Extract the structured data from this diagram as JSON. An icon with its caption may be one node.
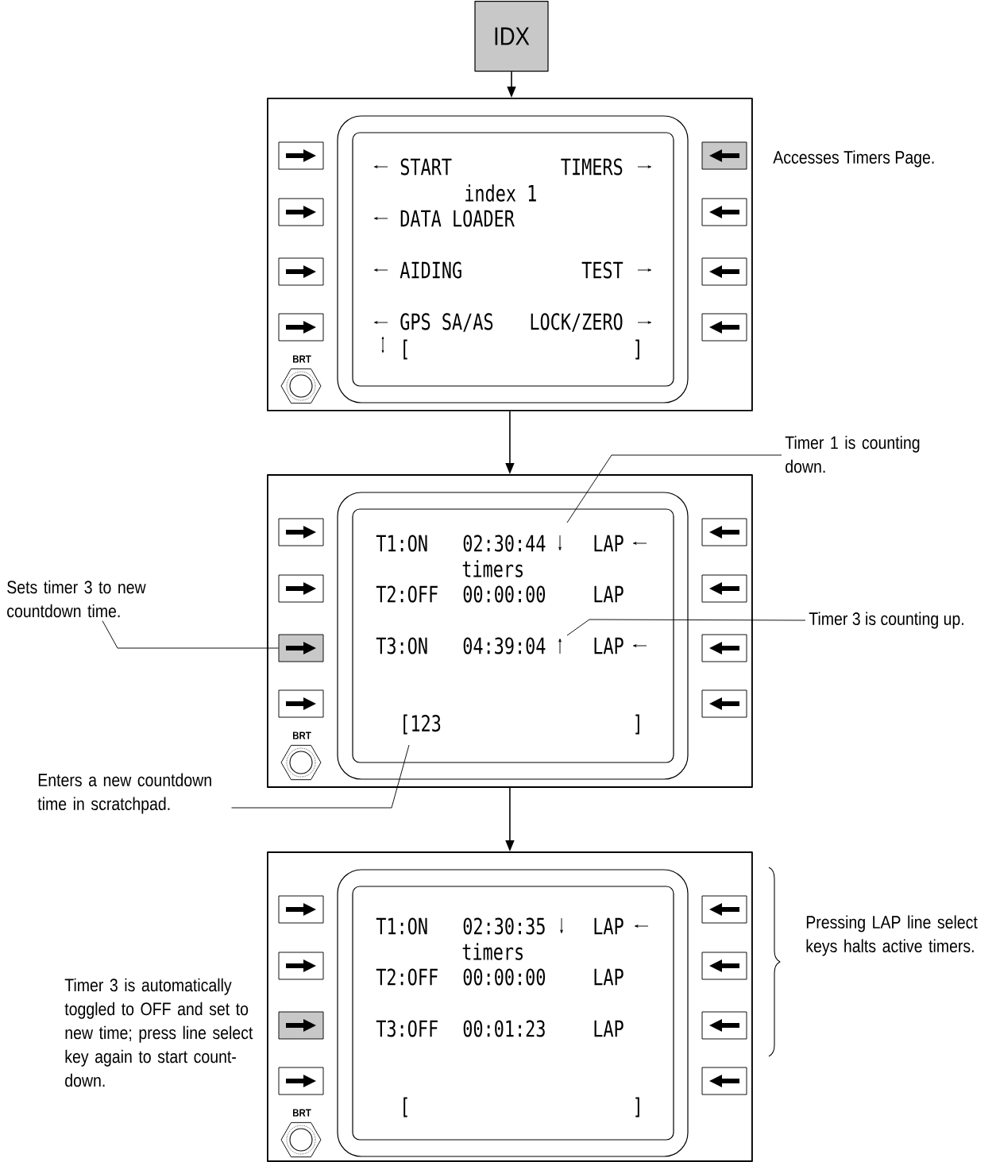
{
  "diagram": {
    "nodes": [
      {
        "text": [
          "IDX"
        ]
      },
      {
        "text": [
          "START",
          "TIMERS",
          "index 1",
          "DATA LOADER",
          "AIDING",
          "TEST",
          "GPS SA/AS",
          "LOCK/ZERO",
          "[",
          "]",
          "BRT"
        ]
      },
      {
        "text": [
          "T1:ON",
          "02:30:44",
          "LAP",
          "timers",
          "T2:OFF",
          "00:00:00",
          "LAP",
          "T3:ON",
          "04:39:04",
          "LAP",
          "[123",
          "]",
          "BRT"
        ]
      },
      {
        "text": [
          "T1:ON",
          "02:30:35",
          "LAP",
          "timers",
          "T2:OFF",
          "00:00:00",
          "LAP",
          "T3:OFF",
          "00:01:23",
          "LAP",
          "[",
          "]",
          "BRT"
        ]
      },
      {
        "text": [
          "Timer 1 is counting down."
        ]
      },
      {
        "text": [
          "Timer 3 is counting up."
        ]
      },
      {
        "text": [
          "Sets timer 3 to new countdown time."
        ]
      },
      {
        "text": [],
        "shape": "box",
        "in": 2
      },
      {
        "text": [
          "Enters a new countdown time in scratchpad."
        ]
      }
    ],
    "edges": [
      {
        "from": 0,
        "to": 1,
        "arrow": "to"
      },
      {
        "from": 1,
        "to": 2,
        "arrow": "to"
      },
      {
        "from": 2,
        "to": 3,
        "arrow": "to"
      },
      {
        "from": 4,
        "to": null,
        "arrow": "none"
      },
      {
        "from": 5,
        "to": null,
        "arrow": "none"
      },
      {
        "from": 6,
        "to": 7,
        "arrow": "none"
      },
      {
        "from": 8,
        "to": null,
        "arrow": "none"
      }
    ],
    "labels": [
      "Accesses Timers Page.",
      "Timer 3 is automatically toggled to OFF and set to new time; press line select key again to start count-down.",
      "Pressing LAP line select keys halts active timers."
    ]
  }
}
